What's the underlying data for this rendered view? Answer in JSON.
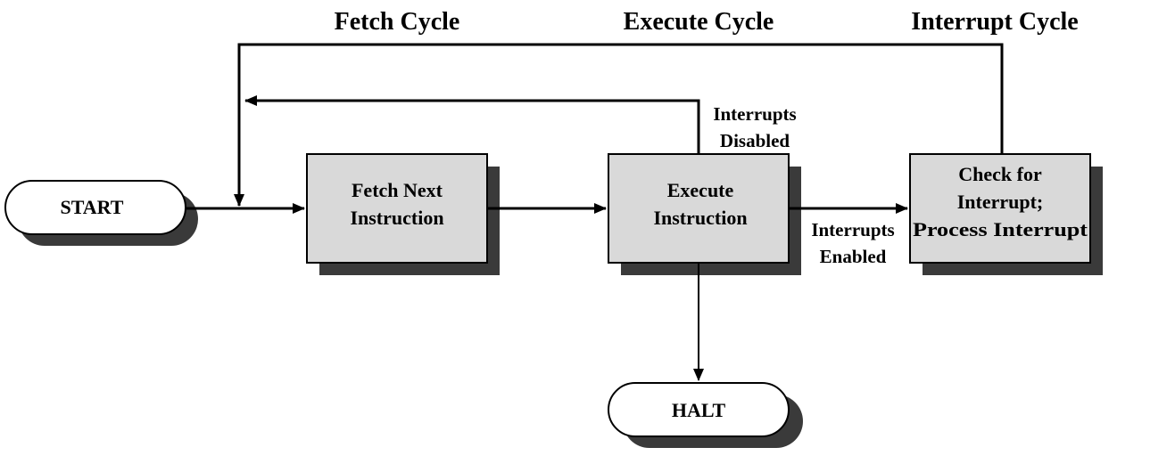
{
  "headings": {
    "fetch": "Fetch Cycle",
    "execute": "Execute Cycle",
    "interrupt": "Interrupt Cycle"
  },
  "nodes": {
    "start": "START",
    "halt": "HALT",
    "fetch": [
      "Fetch Next",
      "Instruction"
    ],
    "execute": [
      "Execute",
      "Instruction"
    ],
    "interrupt": [
      "Check for",
      "Interrupt;",
      "Process Interrupt"
    ]
  },
  "edge_labels": {
    "disabled": [
      "Interrupts",
      "Disabled"
    ],
    "enabled": [
      "Interrupts",
      "Enabled"
    ]
  },
  "colors": {
    "box_fill": "#d9d9d9",
    "shadow": "#3a3a3a",
    "stroke": "#000000"
  }
}
